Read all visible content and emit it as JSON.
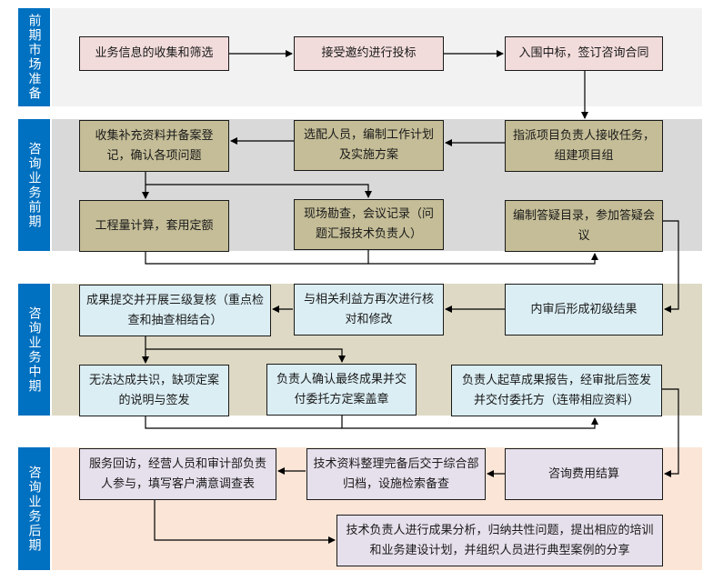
{
  "colors": {
    "label_bg": "#0070c0",
    "band1_bg": "#f2f2f2",
    "band2_bg": "#d9d9d9",
    "band3_bg": "#ddd9c4",
    "band4_bg": "#fbe5d6",
    "node1_bg": "#f2dcdb",
    "node2_bg": "#c4bd97",
    "node3_bg": "#dbeef4",
    "node4_bg": "#e6e0ec"
  },
  "bands": [
    {
      "label": "前期市场准备"
    },
    {
      "label": "咨询业务前期"
    },
    {
      "label": "咨询业务中期"
    },
    {
      "label": "咨询业务后期"
    }
  ],
  "nodes": {
    "b1_collect": "业务信息的收集和筛选",
    "b1_bid": "接受邀约进行投标",
    "b1_contract": "入围中标，签订咨询合同",
    "b2_assign": "指派项目负责人接收任务，组建项目组",
    "b2_staff": "选配人员，编制工作计划及实施方案",
    "b2_supplement": "收集补充资料并备案登记，确认各项问题",
    "b2_quantity": "工程量计算，套用定额",
    "b2_survey": "现场勘查，会议记录（问题汇报技术负责人）",
    "b2_qa": "编制答疑目录，参加答疑会议",
    "b3_initial": "内审后形成初级结果",
    "b3_verify": "与相关利益方再次进行核对和修改",
    "b3_review": "成果提交并开展三级复核（重点检查和抽查相结合）",
    "b3_noconsensus": "无法达成共识，缺项定案的说明与签发",
    "b3_confirm": "负责人确认最终成果并交付委托方定案盖章",
    "b3_report": "负责人起草成果报告，经审批后签发并交付委托方（连带相应资料）",
    "b4_settle": "咨询费用结算",
    "b4_archive": "技术资料整理完备后交于综合部归档，设施检索备查",
    "b4_visit": "服务回访，经营人员和审计部负责人参与，填写客户满意调查表",
    "b4_analysis": "技术负责人进行成果分析，归纳共性问题，提出相应的培训和业务建设计划，并组织人员进行典型案例的分享"
  }
}
